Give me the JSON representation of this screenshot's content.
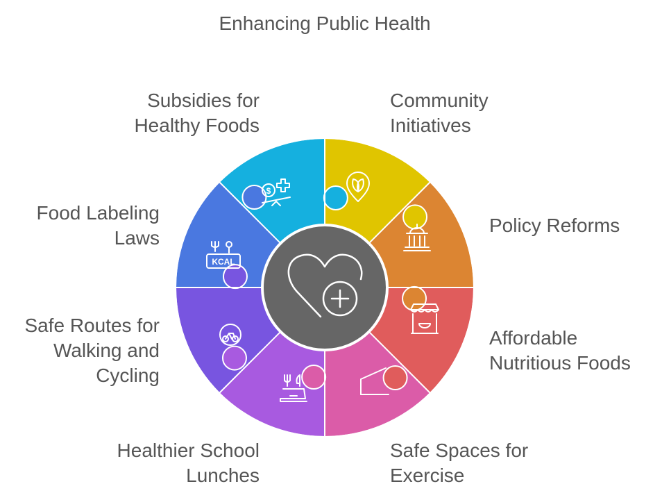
{
  "title": "Enhancing Public Health",
  "center": {
    "icon": "heart-plus-icon",
    "color": "#666666"
  },
  "segments": [
    {
      "id": "community-initiatives",
      "lines": [
        "Community",
        "Initiatives"
      ],
      "color": "#E0C500",
      "icon": "leaf-location-icon"
    },
    {
      "id": "policy-reforms",
      "lines": [
        "Policy Reforms"
      ],
      "color": "#DC8532",
      "icon": "capitol-building-icon"
    },
    {
      "id": "affordable-nutritious-foods",
      "lines": [
        "Affordable",
        "Nutritious Foods"
      ],
      "color": "#E05C5C",
      "icon": "market-stall-icon"
    },
    {
      "id": "safe-spaces-for-exercise",
      "lines": [
        "Safe Spaces for",
        "Exercise"
      ],
      "color": "#DB5CA8",
      "icon": "ramp-icon"
    },
    {
      "id": "healthier-school-lunches",
      "lines": [
        "Healthier School",
        "Lunches"
      ],
      "color": "#A85AE0",
      "icon": "lunch-tray-icon"
    },
    {
      "id": "safe-routes-for-walking-and-cycling",
      "lines": [
        "Safe Routes for",
        "Walking and",
        "Cycling"
      ],
      "color": "#7855E0",
      "icon": "bicycle-icon"
    },
    {
      "id": "food-labeling-laws",
      "lines": [
        "Food Labeling",
        "Laws"
      ],
      "color": "#4A78E0",
      "icon": "kcal-label-icon"
    },
    {
      "id": "subsidies-for-healthy-foods",
      "lines": [
        "Subsidies for",
        "Healthy Foods"
      ],
      "color": "#15B0DF",
      "icon": "money-health-scale-icon"
    }
  ]
}
